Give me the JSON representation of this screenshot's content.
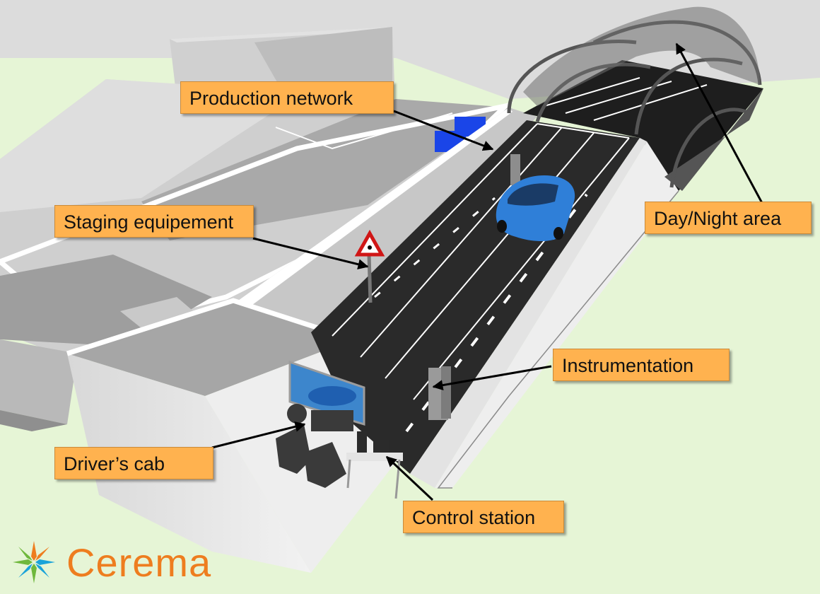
{
  "labels": {
    "production_network": "Production network",
    "staging_equipment": "Staging equipement",
    "day_night_area": "Day/Night area",
    "instrumentation": "Instrumentation",
    "drivers_cab": "Driver’s cab",
    "control_station": "Control station"
  },
  "brand": {
    "name": "Cerema",
    "logo_icon": "cerema-star-logo-icon"
  },
  "colors": {
    "callout_fill": "#ffb24f",
    "background_grass": "#e6f5d6",
    "sky": "#dcdcdc",
    "brand_orange": "#ee7d1f",
    "brand_green": "#6fb83c",
    "brand_blue": "#1aa3d9",
    "car_blue": "#2f7fd8"
  }
}
